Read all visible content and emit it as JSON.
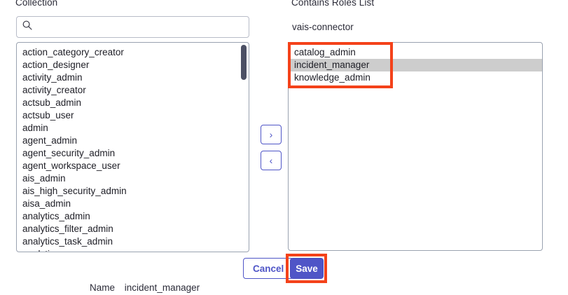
{
  "left_panel": {
    "label": "Collection",
    "search": {
      "value": "",
      "placeholder": "",
      "icon": "search-icon"
    },
    "items": [
      "action_category_creator",
      "action_designer",
      "activity_admin",
      "activity_creator",
      "actsub_admin",
      "actsub_user",
      "admin",
      "agent_admin",
      "agent_security_admin",
      "agent_workspace_user",
      "ais_admin",
      "ais_high_security_admin",
      "aisa_admin",
      "analytics_admin",
      "analytics_filter_admin",
      "analytics_task_admin",
      "analytics_user"
    ]
  },
  "transfer": {
    "move_right_label": "›",
    "move_left_label": "‹",
    "move_right_icon": "chevron-right-icon",
    "move_left_icon": "chevron-left-icon"
  },
  "right_panel": {
    "label": "Contains Roles List",
    "subtitle": "vais-connector",
    "items": [
      {
        "label": "catalog_admin",
        "selected": false
      },
      {
        "label": "incident_manager",
        "selected": true
      },
      {
        "label": "knowledge_admin",
        "selected": false
      }
    ]
  },
  "footer": {
    "cancel_label": "Cancel",
    "save_label": "Save"
  },
  "name_row": {
    "label": "Name",
    "value": "incident_manager"
  },
  "colors": {
    "accent": "#4f55c7",
    "annotation": "#f4421a",
    "selection": "#cdcdcd",
    "border": "#9aa2b0",
    "text": "#2b2b38"
  }
}
